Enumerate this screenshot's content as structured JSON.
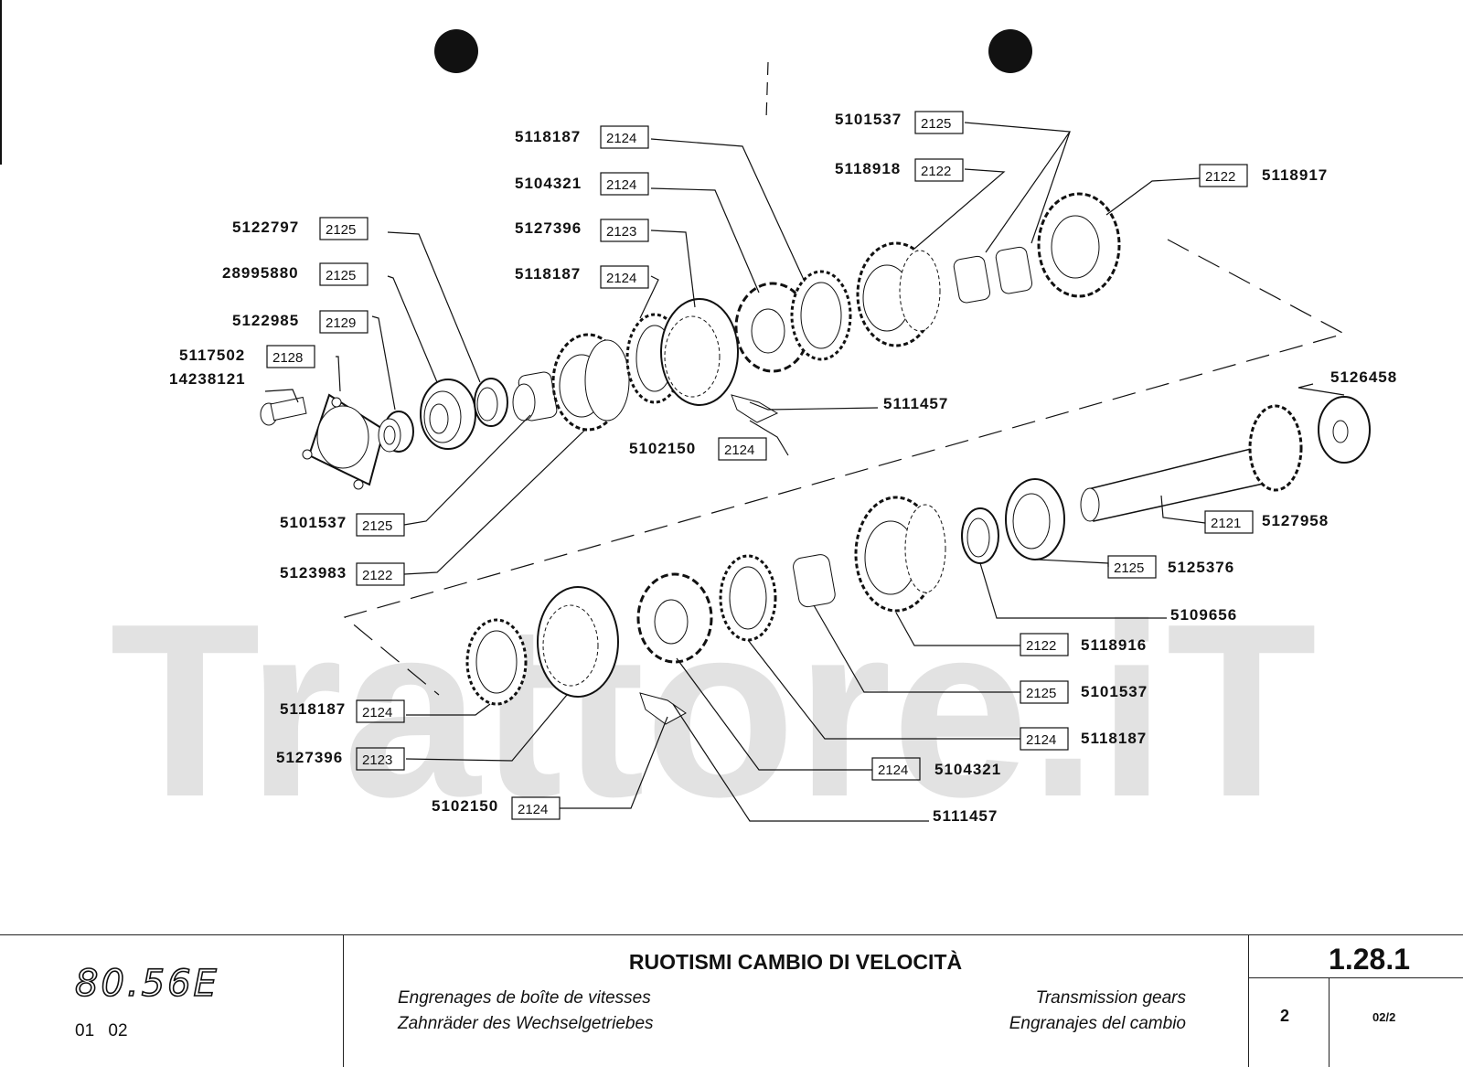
{
  "labels": {
    "l1": "5118187",
    "c1": "2124",
    "l2": "5104321",
    "c2": "2124",
    "l3": "5127396",
    "c3": "2123",
    "l4": "5118187",
    "c4": "2124",
    "l5": "5101537",
    "c5": "2125",
    "l6": "5118918",
    "c6": "2122",
    "l7": "5118917",
    "c7": "2122",
    "l8": "5122797",
    "c8": "2125",
    "l9": "28995880",
    "c9": "2125",
    "l10": "5122985",
    "c10": "2129",
    "l11": "5117502",
    "c11": "2128",
    "l12": "14238121",
    "l13": "5111457",
    "l14": "5102150",
    "c14": "2124",
    "l15": "5101537",
    "c15": "2125",
    "l16": "5123983",
    "c16": "2122",
    "l17": "5126458",
    "l18": "5127958",
    "c18": "2121",
    "l19": "5125376",
    "c19": "2125",
    "l20": "5109656",
    "l21": "5118916",
    "c21": "2122",
    "l22": "5101537",
    "c22": "2125",
    "l23": "5118187",
    "c23": "2124",
    "l24": "5104321",
    "c24": "2124",
    "l25": "5111457",
    "l26": "5118187",
    "c26": "2124",
    "l27": "5127396",
    "c27": "2123",
    "l28": "5102150",
    "c28": "2124"
  },
  "watermark": "Trattore.iT",
  "titleblock": {
    "model": "80.56E",
    "edition": "01 02",
    "title": "RUOTISMI CAMBIO DI VELOCITÀ",
    "sub_fr": "Engrenages de boîte de vitesses",
    "sub_de": "Zahnräder des Wechselgetriebes",
    "sub_en": "Transmission gears",
    "sub_es": "Engranajes del cambio",
    "section": "1.28.1",
    "sheet": "2",
    "page": "02/2"
  }
}
